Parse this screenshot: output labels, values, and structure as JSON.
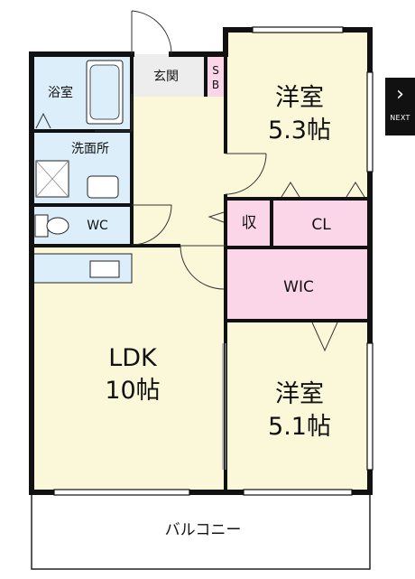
{
  "rooms": {
    "bath": "浴室",
    "entrance": "玄関",
    "shoe_box": [
      "S",
      "B"
    ],
    "western_room_north": {
      "name": "洋室",
      "size": "5.3帖"
    },
    "washroom": "洗面所",
    "storage": "収",
    "closet": "CL",
    "toilet": "WC",
    "walk_in_closet": "WIC",
    "ldk": {
      "name": "LDK",
      "size": "10帖"
    },
    "western_room_south": {
      "name": "洋室",
      "size": "5.1帖"
    },
    "balcony": "バルコニー"
  },
  "next_button": {
    "label": "NEXT",
    "icon": "chevron-right-icon"
  },
  "colors": {
    "wall": "#111111",
    "room_fill": "#fbf8da",
    "wet_area_fill": "#dceefa",
    "storage_fill": "#fbd5e8",
    "entrance_fill": "#ededed"
  }
}
